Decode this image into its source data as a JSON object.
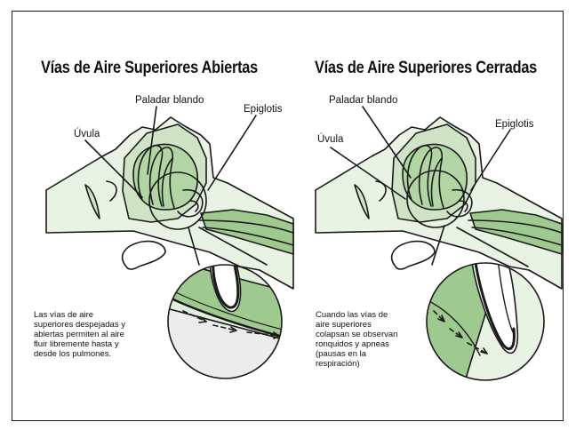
{
  "panels": {
    "open": {
      "title": "Vías de Aire Superiores Abiertas",
      "labels": {
        "soft_palate": "Paladar blando",
        "epiglottis": "Epiglotis",
        "uvula": "Úvula"
      },
      "caption": [
        "Las vías de aire",
        "superiores despejadas y",
        "abiertas permiten al aire",
        "fluir libremente hasta y",
        "desde los pulmones."
      ]
    },
    "closed": {
      "title": "Vías de Aire Superiores Cerradas",
      "labels": {
        "soft_palate": "Paladar blando",
        "epiglottis": "Epiglotis",
        "uvula": "Úvula"
      },
      "caption": [
        "Cuando las vías de",
        "aire superiores",
        "colapsan se observan",
        "ronquidos y apneas",
        "(pausas en la",
        "respiración)"
      ]
    }
  },
  "colors": {
    "tissue_light": "#e9f3e4",
    "tissue_mid": "#cfe3c5",
    "tissue_dark": "#9fca8f",
    "outline": "#1a1a1a",
    "zoom_bottom": "#efefef"
  }
}
